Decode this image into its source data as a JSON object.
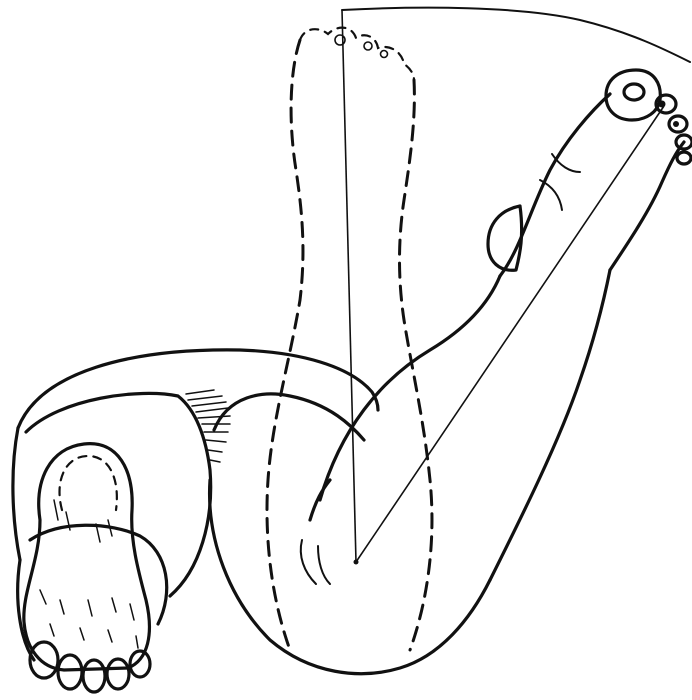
{
  "figure": {
    "background": "#ffffff",
    "ink_color": "#111111",
    "views": [
      "flexed-leg-solid",
      "straight-leg-dashed",
      "other-foot-plantar"
    ],
    "angle_measurement": {
      "vertex": "knee",
      "arms": [
        "vertical-reference-line",
        "leg-axis-line"
      ]
    }
  }
}
